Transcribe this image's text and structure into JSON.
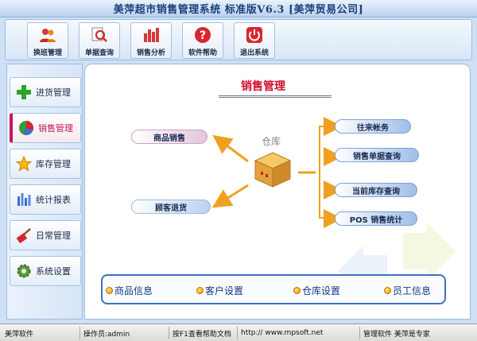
{
  "window": {
    "title": "美萍超市销售管理系统 标准版V6.3 [美萍贸易公司]"
  },
  "toolbar": {
    "buttons": [
      {
        "label": "换班管理",
        "icon": "users-icon"
      },
      {
        "label": "单据查询",
        "icon": "magnifier-icon"
      },
      {
        "label": "销售分析",
        "icon": "bar-chart-icon"
      },
      {
        "label": "软件帮助",
        "icon": "help-icon"
      },
      {
        "label": "退出系统",
        "icon": "power-icon"
      }
    ]
  },
  "sidebar": {
    "items": [
      {
        "label": "进货管理",
        "icon": "plus-icon",
        "active": false
      },
      {
        "label": "销售管理",
        "icon": "pie-chart-icon",
        "active": true
      },
      {
        "label": "库存管理",
        "icon": "star-icon",
        "active": false
      },
      {
        "label": "统计报表",
        "icon": "report-bars-icon",
        "active": false
      },
      {
        "label": "日常管理",
        "icon": "brush-icon",
        "active": false
      },
      {
        "label": "系统设置",
        "icon": "cog-icon",
        "active": false
      }
    ]
  },
  "main": {
    "title": "销售管理",
    "warehouse_label": "仓库",
    "left_links": [
      "商品销售",
      "顾客退货"
    ],
    "right_links": [
      "往来帐务",
      "销售单据查询",
      "当前库存查询",
      "POS 销售统计"
    ],
    "bottom_links": [
      "商品信息",
      "客户设置",
      "仓库设置",
      "员工信息"
    ]
  },
  "statusbar": {
    "company": "美萍软件",
    "operator": "操作员:admin",
    "help_hint": "按F1查看帮助文档",
    "website": "http:// www.mpsoft.net",
    "slogan": "管理软件 美萍是专家"
  },
  "colors": {
    "accent": "#c0185a",
    "title_red": "#d10d2e",
    "arrow_orange": "#f0a020",
    "panel_border": "#3e6fc0"
  }
}
